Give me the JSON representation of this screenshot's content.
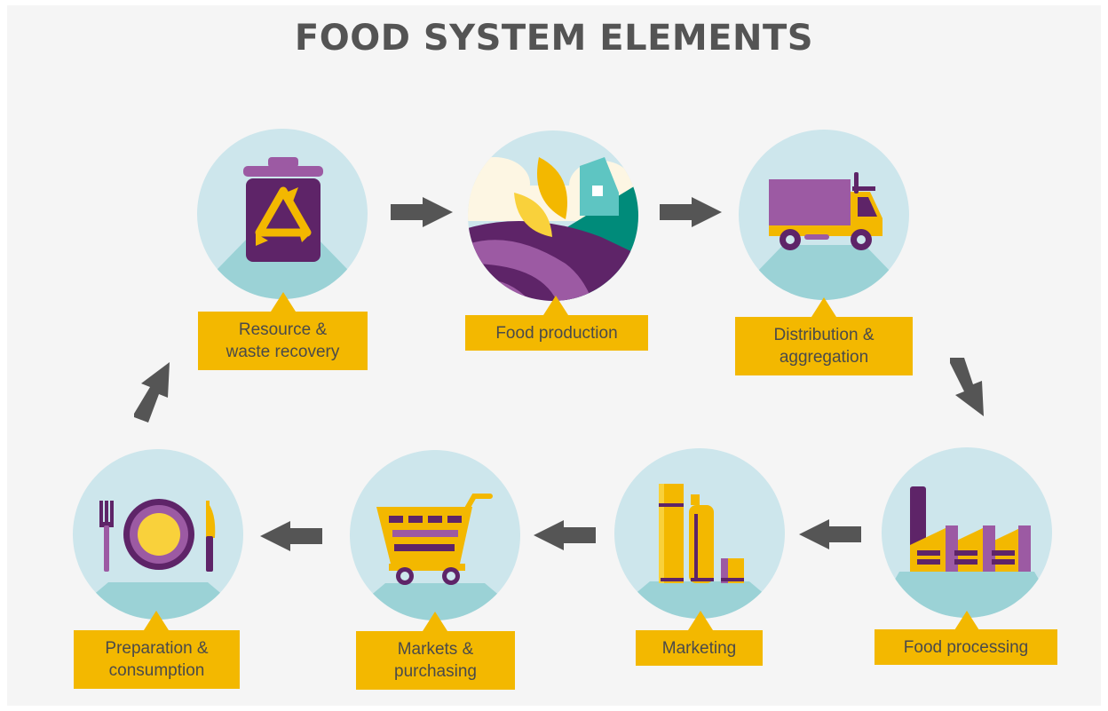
{
  "title": "FOOD SYSTEM ELEMENTS",
  "nodes": [
    {
      "label": "Resource &\nwaste recovery",
      "icon": "recycling-bin-icon"
    },
    {
      "label": "Food production",
      "icon": "farm-field-icon"
    },
    {
      "label": "Distribution &\naggregation",
      "icon": "delivery-truck-icon"
    },
    {
      "label": "Food processing",
      "icon": "factory-icon"
    },
    {
      "label": "Marketing",
      "icon": "product-packages-icon"
    },
    {
      "label": "Markets &\npurchasing",
      "icon": "shopping-cart-icon"
    },
    {
      "label": "Preparation &\nconsumption",
      "icon": "plate-and-cutlery-icon"
    }
  ],
  "colors": {
    "yellow": "#f3b800",
    "purple": "#5e2468",
    "light_purple": "#9c5aa3",
    "circle": "#cde6ec",
    "circle_ground": "#9bd2d6",
    "arrow": "#555555"
  }
}
